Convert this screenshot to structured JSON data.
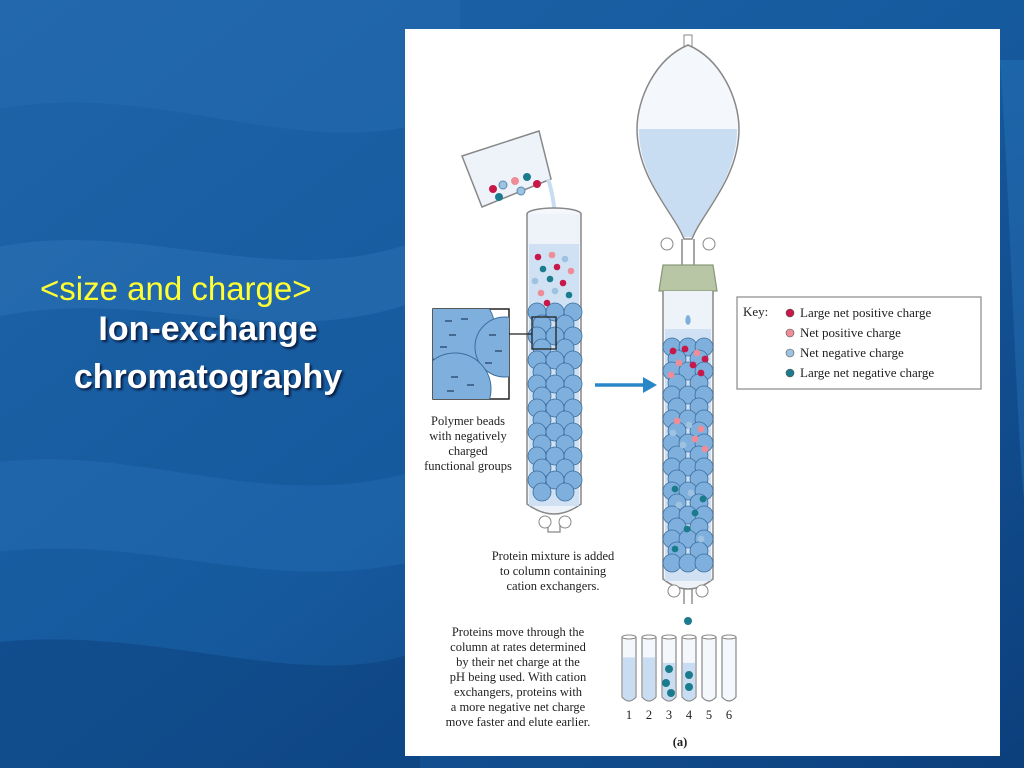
{
  "slide": {
    "subtitle": "<size and charge>",
    "title_line1": "Ion-exchange",
    "title_line2": "chromatography"
  },
  "figure": {
    "beads_caption": [
      "Polymer beads",
      "with negatively",
      "charged",
      "functional groups"
    ],
    "mixture_caption": [
      "Protein mixture is added",
      "to column containing",
      "cation exchangers."
    ],
    "elution_caption": [
      "Proteins move through the",
      "column at rates determined",
      "by their net charge at the",
      "pH being used. With cation",
      "exchangers, proteins with",
      "a more negative net charge",
      "move faster and elute earlier."
    ],
    "key": {
      "title": "Key:",
      "items": [
        {
          "label": "Large net positive charge",
          "color": "#c8184a"
        },
        {
          "label": "Net positive charge",
          "color": "#ee8c98"
        },
        {
          "label": "Net negative charge",
          "color": "#9ec3e0"
        },
        {
          "label": "Large net negative charge",
          "color": "#1a7b8c"
        }
      ]
    },
    "tube_numbers": [
      "1",
      "2",
      "3",
      "4",
      "5",
      "6"
    ],
    "panel_label": "(a)",
    "colors": {
      "bead": "#7fb0dd",
      "liquid": "#c8dcf2",
      "arrow": "#2a87c7"
    }
  }
}
